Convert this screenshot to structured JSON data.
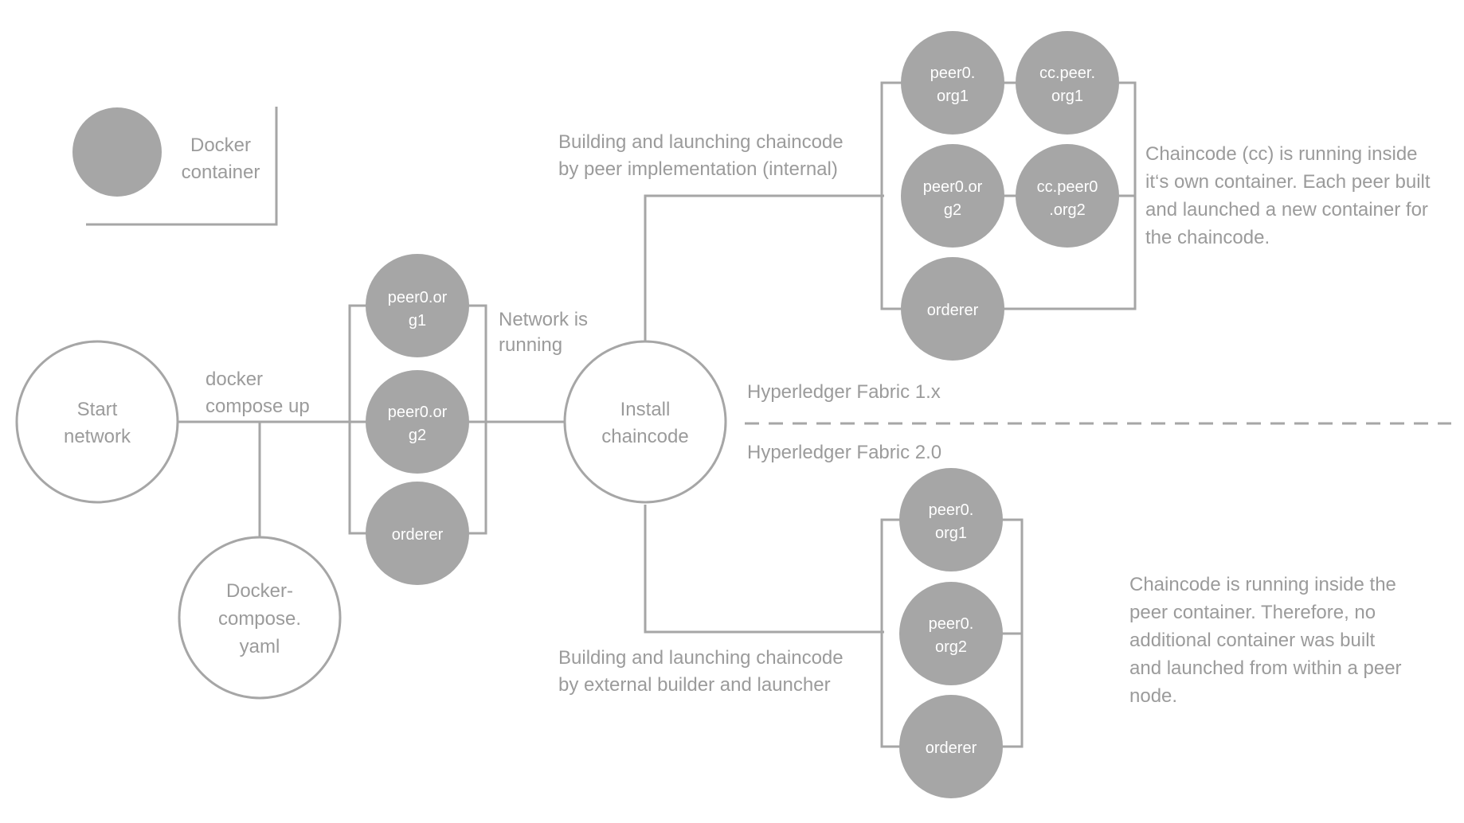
{
  "legend": {
    "line1": "Docker",
    "line2": "container"
  },
  "start": {
    "line1": "Start",
    "line2": "network"
  },
  "compose_cmd": {
    "line1": "docker",
    "line2": "compose up"
  },
  "compose_file": {
    "line1": "Docker-",
    "line2": "compose.",
    "line3": "yaml"
  },
  "network": {
    "peer1": {
      "line1": "peer0.or",
      "line2": "g1"
    },
    "peer2": {
      "line1": "peer0.or",
      "line2": "g2"
    },
    "orderer": "orderer",
    "status": {
      "line1": "Network is",
      "line2": "running"
    }
  },
  "install": {
    "line1": "Install",
    "line2": "chaincode"
  },
  "fabric1": {
    "version": "Hyperledger Fabric 1.x",
    "method": {
      "line1": "Building and launching chaincode",
      "line2": "by peer implementation (internal)"
    },
    "peer1": {
      "line1": "peer0.",
      "line2": "org1"
    },
    "cc1": {
      "line1": "cc.peer.",
      "line2": "org1"
    },
    "peer2": {
      "line1": "peer0.or",
      "line2": "g2"
    },
    "cc2": {
      "line1": "cc.peer0",
      "line2": ".org2"
    },
    "orderer": "orderer",
    "note": {
      "line1": "Chaincode (cc) is running inside",
      "line2": "it‘s own container. Each peer built",
      "line3": "and launched a new container for",
      "line4": "the chaincode."
    }
  },
  "fabric2": {
    "version": "Hyperledger Fabric 2.0",
    "method": {
      "line1": "Building and launching chaincode",
      "line2": "by external builder and launcher"
    },
    "peer1": {
      "line1": "peer0.",
      "line2": "org1"
    },
    "peer2": {
      "line1": "peer0.",
      "line2": "org2"
    },
    "orderer": "orderer",
    "note": {
      "line1": "Chaincode is running inside the",
      "line2": "peer container. Therefore, no",
      "line3": "additional container was built",
      "line4": "and launched from within a peer",
      "line5": "node."
    }
  }
}
